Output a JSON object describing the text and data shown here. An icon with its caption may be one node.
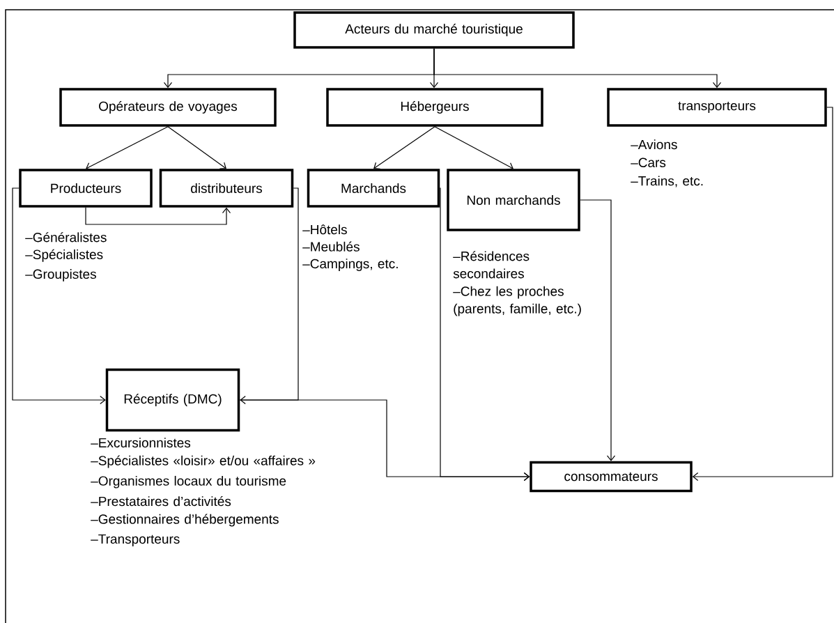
{
  "diagram": {
    "nodes": [
      {
        "text": [
          "Acteurs du marché touristique"
        ]
      },
      {
        "text": [
          "Opérateurs de voyages"
        ]
      },
      {
        "text": [
          "Hébergeurs"
        ]
      },
      {
        "text": [
          "transporteurs"
        ],
        "beside": [
          "–Avions",
          "–Cars",
          "–Trains, etc."
        ]
      },
      {
        "text": [
          "Producteurs"
        ],
        "beside": [
          "–Généralistes",
          "–Spécialistes",
          "–Groupistes"
        ]
      },
      {
        "text": [
          "distributeurs"
        ]
      },
      {
        "text": [
          "Marchands"
        ],
        "beside": [
          "–Hôtels",
          "–Meublés",
          "–Campings, etc."
        ]
      },
      {
        "text": [
          "Non marchands"
        ],
        "beside": [
          "–Résidences secondaires",
          "–Chez les proches (parents, famille, etc.)"
        ]
      },
      {
        "text": [
          "Réceptifs (DMC)"
        ],
        "beside": [
          "–Excursionnistes",
          "–Spécialistes «loisir» et/ou «affaires »",
          "–Organismes locaux du tourisme",
          "–Prestataires d’activités",
          "–Gestionnaires d’hébergements",
          "–Transporteurs"
        ]
      },
      {
        "text": [
          "consommateurs"
        ]
      }
    ],
    "edges": [
      {
        "from": 0,
        "to": 1,
        "arrow": "to"
      },
      {
        "from": 0,
        "to": 2,
        "arrow": "to"
      },
      {
        "from": 0,
        "to": 3,
        "arrow": "to"
      },
      {
        "from": 1,
        "to": 4,
        "arrow": "to"
      },
      {
        "from": 1,
        "to": 5,
        "arrow": "to"
      },
      {
        "from": 2,
        "to": 6,
        "arrow": "to"
      },
      {
        "from": 2,
        "to": 7,
        "arrow": "to"
      },
      {
        "from": 4,
        "to": 5,
        "arrow": "to"
      },
      {
        "from": 4,
        "to": 8,
        "arrow": "to"
      },
      {
        "from": 5,
        "to": 8,
        "arrow": "to"
      },
      {
        "from": 8,
        "to": 9,
        "arrow": "to"
      },
      {
        "from": 6,
        "to": 9,
        "arrow": "to"
      },
      {
        "from": 7,
        "to": 9,
        "arrow": "to"
      },
      {
        "from": 3,
        "to": 9,
        "arrow": "to"
      }
    ]
  }
}
